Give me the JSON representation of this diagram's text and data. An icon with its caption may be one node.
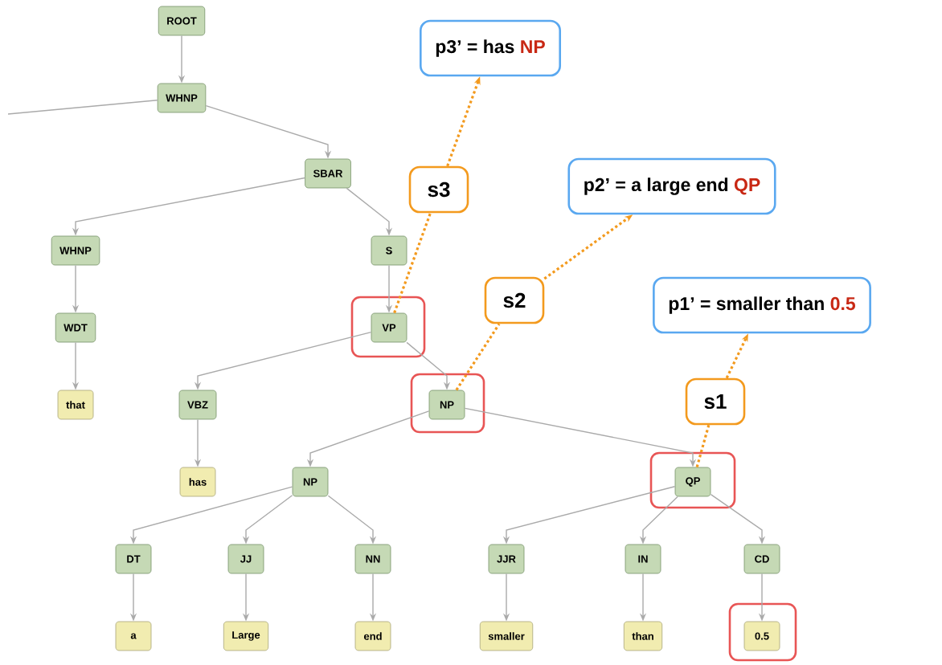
{
  "diagram": {
    "nodes": [
      {
        "text": [
          "ROOT"
        ]
      },
      {
        "text": [
          "WHNP"
        ]
      },
      {
        "text": [
          "SBAR"
        ]
      },
      {
        "text": [
          "WHNP"
        ]
      },
      {
        "text": [
          "S"
        ]
      },
      {
        "text": [
          "WDT"
        ]
      },
      {
        "text": [
          "VP"
        ]
      },
      {
        "text": [
          "that"
        ]
      },
      {
        "text": [
          "VBZ"
        ]
      },
      {
        "text": [
          "NP"
        ]
      },
      {
        "text": [
          "has"
        ]
      },
      {
        "text": [
          "NP"
        ]
      },
      {
        "text": [
          "QP"
        ]
      },
      {
        "text": [
          "DT"
        ]
      },
      {
        "text": [
          "JJ"
        ]
      },
      {
        "text": [
          "NN"
        ]
      },
      {
        "text": [
          "JJR"
        ]
      },
      {
        "text": [
          "IN"
        ]
      },
      {
        "text": [
          "CD"
        ]
      },
      {
        "text": [
          "a"
        ]
      },
      {
        "text": [
          "Large"
        ]
      },
      {
        "text": [
          "end"
        ]
      },
      {
        "text": [
          "smaller"
        ]
      },
      {
        "text": [
          "than"
        ]
      },
      {
        "text": [
          "0.5"
        ]
      },
      {
        "text": [
          "p3’ = has",
          "NP"
        ]
      },
      {
        "text": [
          "s3"
        ]
      },
      {
        "text": [
          "p2’ = a large end",
          "QP"
        ]
      },
      {
        "text": [
          "s2"
        ]
      },
      {
        "text": [
          "p1’ = smaller than",
          "0.5"
        ]
      },
      {
        "text": [
          "s1"
        ]
      }
    ],
    "edges": [
      {
        "from": 0,
        "to": 1,
        "arrow": "to"
      },
      {
        "from": 1,
        "to": null,
        "arrow": "none"
      },
      {
        "from": 1,
        "to": 2,
        "arrow": "to"
      },
      {
        "from": 2,
        "to": 3,
        "arrow": "to"
      },
      {
        "from": 2,
        "to": 4,
        "arrow": "to"
      },
      {
        "from": 3,
        "to": 5,
        "arrow": "to"
      },
      {
        "from": 4,
        "to": 6,
        "arrow": "to"
      },
      {
        "from": 5,
        "to": 7,
        "arrow": "to"
      },
      {
        "from": 6,
        "to": 8,
        "arrow": "to"
      },
      {
        "from": 6,
        "to": 9,
        "arrow": "to"
      },
      {
        "from": 8,
        "to": 10,
        "arrow": "to"
      },
      {
        "from": 9,
        "to": 11,
        "arrow": "to"
      },
      {
        "from": 9,
        "to": 12,
        "arrow": "to"
      },
      {
        "from": 11,
        "to": 13,
        "arrow": "to"
      },
      {
        "from": 11,
        "to": 14,
        "arrow": "to"
      },
      {
        "from": 11,
        "to": 15,
        "arrow": "to"
      },
      {
        "from": 12,
        "to": 16,
        "arrow": "to"
      },
      {
        "from": 12,
        "to": 17,
        "arrow": "to"
      },
      {
        "from": 12,
        "to": 18,
        "arrow": "to"
      },
      {
        "from": 13,
        "to": 19,
        "arrow": "to"
      },
      {
        "from": 14,
        "to": 20,
        "arrow": "to"
      },
      {
        "from": 15,
        "to": 21,
        "arrow": "to"
      },
      {
        "from": 16,
        "to": 22,
        "arrow": "to"
      },
      {
        "from": 17,
        "to": 23,
        "arrow": "to"
      },
      {
        "from": 18,
        "to": 24,
        "arrow": "to"
      },
      {
        "from": 6,
        "to": 26,
        "arrow": "none",
        "style": "dashed",
        "color": "#f39a1e"
      },
      {
        "from": 26,
        "to": 25,
        "arrow": "to",
        "style": "dashed",
        "color": "#f39a1e"
      },
      {
        "from": 9,
        "to": 28,
        "arrow": "none",
        "style": "dashed",
        "color": "#f39a1e"
      },
      {
        "from": 28,
        "to": 27,
        "arrow": "to",
        "style": "dashed",
        "color": "#f39a1e"
      },
      {
        "from": 12,
        "to": 30,
        "arrow": "none",
        "style": "dashed",
        "color": "#f39a1e"
      },
      {
        "from": 30,
        "to": 29,
        "arrow": "to",
        "style": "dashed",
        "color": "#f39a1e"
      }
    ]
  }
}
